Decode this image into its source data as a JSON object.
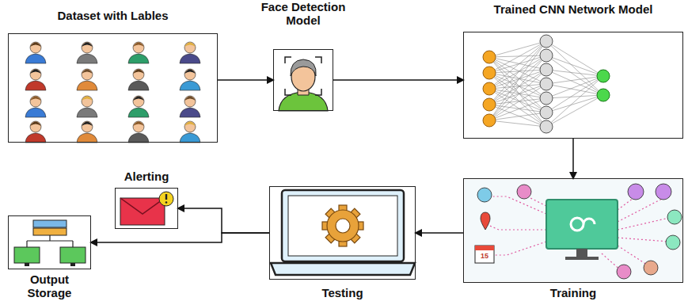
{
  "diagram": {
    "nodes": [
      {
        "text": [
          "Dataset with Lables"
        ]
      },
      {
        "text": [
          "Face Detection Model"
        ]
      },
      {
        "text": [
          "Trained CNN Network Model"
        ]
      },
      {
        "text": [
          "Training"
        ]
      },
      {
        "text": [
          "Testing"
        ]
      },
      {
        "text": [
          "Alerting"
        ]
      },
      {
        "text": [
          "Output Storage"
        ]
      }
    ],
    "edges": [
      {
        "from": 0,
        "to": 1,
        "arrow": "to"
      },
      {
        "from": 1,
        "to": 2,
        "arrow": "to"
      },
      {
        "from": 2,
        "to": 3,
        "arrow": "to"
      },
      {
        "from": 3,
        "to": 4,
        "arrow": "to"
      },
      {
        "from": 4,
        "to": 5,
        "arrow": "to"
      },
      {
        "from": 4,
        "to": 6,
        "arrow": "to"
      }
    ],
    "labels": [
      "15"
    ]
  }
}
